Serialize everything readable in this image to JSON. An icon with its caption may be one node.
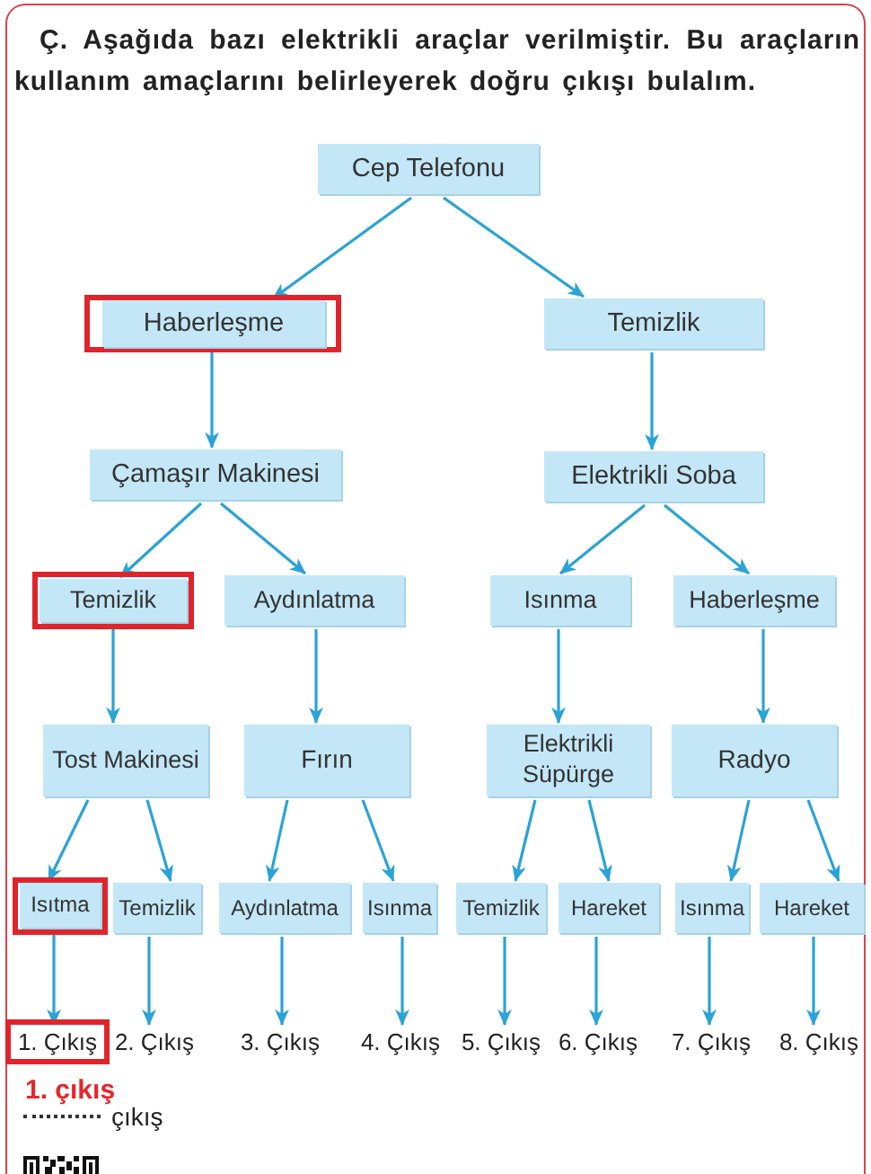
{
  "diagram": {
    "title": "Ç. Aşağıda bazı elektrikli araçlar verilmiştir. Bu araçların kullanım amaçlarını belirleyerek doğru çıkışı bulalım.",
    "nodes": [
      {
        "text": [
          "Cep Telefonu"
        ]
      },
      {
        "text": [],
        "shape": "box"
      },
      {
        "text": [
          "Haberleşme"
        ],
        "in": 1
      },
      {
        "text": [
          "Temizlik"
        ]
      },
      {
        "text": [
          "Çamaşır Makinesi"
        ]
      },
      {
        "text": [
          "Elektrikli Soba"
        ]
      },
      {
        "text": [],
        "shape": "box"
      },
      {
        "text": [
          "Temizlik"
        ],
        "in": 6
      },
      {
        "text": [
          "Aydınlatma"
        ]
      },
      {
        "text": [
          "Isınma"
        ]
      },
      {
        "text": [
          "Haberleşme"
        ]
      },
      {
        "text": [
          "Tost Makinesi"
        ]
      },
      {
        "text": [
          "Fırın"
        ]
      },
      {
        "text": [
          "Elektrikli Süpürge"
        ]
      },
      {
        "text": [
          "Radyo"
        ]
      },
      {
        "text": [],
        "shape": "box"
      },
      {
        "text": [
          "Isıtma"
        ],
        "in": 15
      },
      {
        "text": [
          "Temizlik"
        ]
      },
      {
        "text": [
          "Aydınlatma"
        ]
      },
      {
        "text": [
          "Isınma"
        ]
      },
      {
        "text": [
          "Temizlik"
        ]
      },
      {
        "text": [
          "Hareket"
        ]
      },
      {
        "text": [
          "Isınma"
        ]
      },
      {
        "text": [
          "Hareket"
        ]
      },
      {
        "text": [],
        "shape": "box"
      },
      {
        "text": [
          "1. Çıkış"
        ],
        "in": 24
      },
      {
        "text": [
          "2. Çıkış"
        ]
      },
      {
        "text": [
          "3. Çıkış"
        ]
      },
      {
        "text": [
          "4. Çıkış"
        ]
      },
      {
        "text": [
          "5. Çıkış"
        ]
      },
      {
        "text": [
          "6. Çıkış"
        ]
      },
      {
        "text": [
          "7. Çıkış"
        ]
      },
      {
        "text": [
          "8. Çıkış"
        ]
      }
    ],
    "edges": [
      {
        "from": 0,
        "to": 2,
        "arrow": "to"
      },
      {
        "from": 0,
        "to": 3,
        "arrow": "to"
      },
      {
        "from": 2,
        "to": 4,
        "arrow": "to"
      },
      {
        "from": 3,
        "to": 5,
        "arrow": "to"
      },
      {
        "from": 4,
        "to": 7,
        "arrow": "to"
      },
      {
        "from": 4,
        "to": 8,
        "arrow": "to"
      },
      {
        "from": 5,
        "to": 9,
        "arrow": "to"
      },
      {
        "from": 5,
        "to": 10,
        "arrow": "to"
      },
      {
        "from": 7,
        "to": 11,
        "arrow": "to"
      },
      {
        "from": 8,
        "to": 12,
        "arrow": "to"
      },
      {
        "from": 9,
        "to": 13,
        "arrow": "to"
      },
      {
        "from": 10,
        "to": 14,
        "arrow": "to"
      },
      {
        "from": 11,
        "to": 16,
        "arrow": "to"
      },
      {
        "from": 11,
        "to": 17,
        "arrow": "to"
      },
      {
        "from": 12,
        "to": 18,
        "arrow": "to"
      },
      {
        "from": 12,
        "to": 19,
        "arrow": "to"
      },
      {
        "from": 13,
        "to": 20,
        "arrow": "to"
      },
      {
        "from": 13,
        "to": 21,
        "arrow": "to"
      },
      {
        "from": 14,
        "to": 22,
        "arrow": "to"
      },
      {
        "from": 14,
        "to": 23,
        "arrow": "to"
      },
      {
        "from": 16,
        "to": 25,
        "arrow": "to"
      },
      {
        "from": 17,
        "to": 26,
        "arrow": "to"
      },
      {
        "from": 18,
        "to": 27,
        "arrow": "to"
      },
      {
        "from": 19,
        "to": 28,
        "arrow": "to"
      },
      {
        "from": 20,
        "to": 29,
        "arrow": "to"
      },
      {
        "from": 21,
        "to": 30,
        "arrow": "to"
      },
      {
        "from": 22,
        "to": 31,
        "arrow": "to"
      },
      {
        "from": 23,
        "to": 32,
        "arrow": "to"
      }
    ],
    "labels": [
      "1. çıkış",
      "çıkış"
    ]
  }
}
